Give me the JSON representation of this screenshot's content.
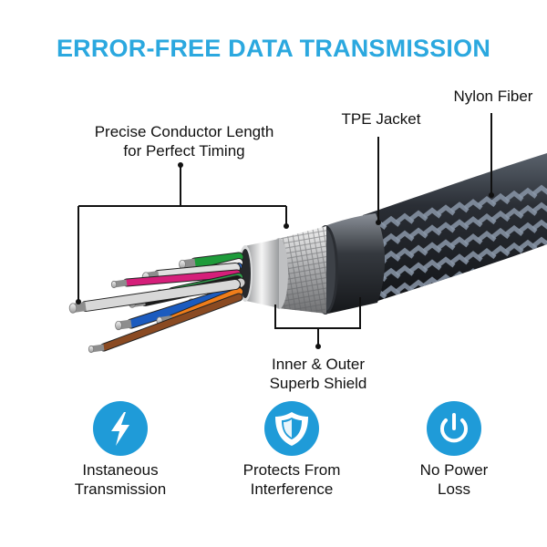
{
  "title": "ERROR-FREE DATA TRANSMISSION",
  "callouts": {
    "conductor": [
      "Precise Conductor Length",
      "for Perfect Timing"
    ],
    "tpe": "TPE Jacket",
    "nylon": "Nylon Fiber",
    "shield": [
      "Inner & Outer",
      "Superb Shield"
    ]
  },
  "features": [
    {
      "icon": "lightning-icon",
      "label": [
        "Instaneous",
        "Transmission"
      ]
    },
    {
      "icon": "shield-icon",
      "label": [
        "Protects From",
        "Interference"
      ]
    },
    {
      "icon": "power-icon",
      "label": [
        "No Power",
        "Loss"
      ]
    }
  ],
  "colors": {
    "title": "#2ba8df",
    "icon_circle": "#1f9bd8",
    "braid_dark": "#2a2d33",
    "braid_light": "#8a97a8"
  }
}
